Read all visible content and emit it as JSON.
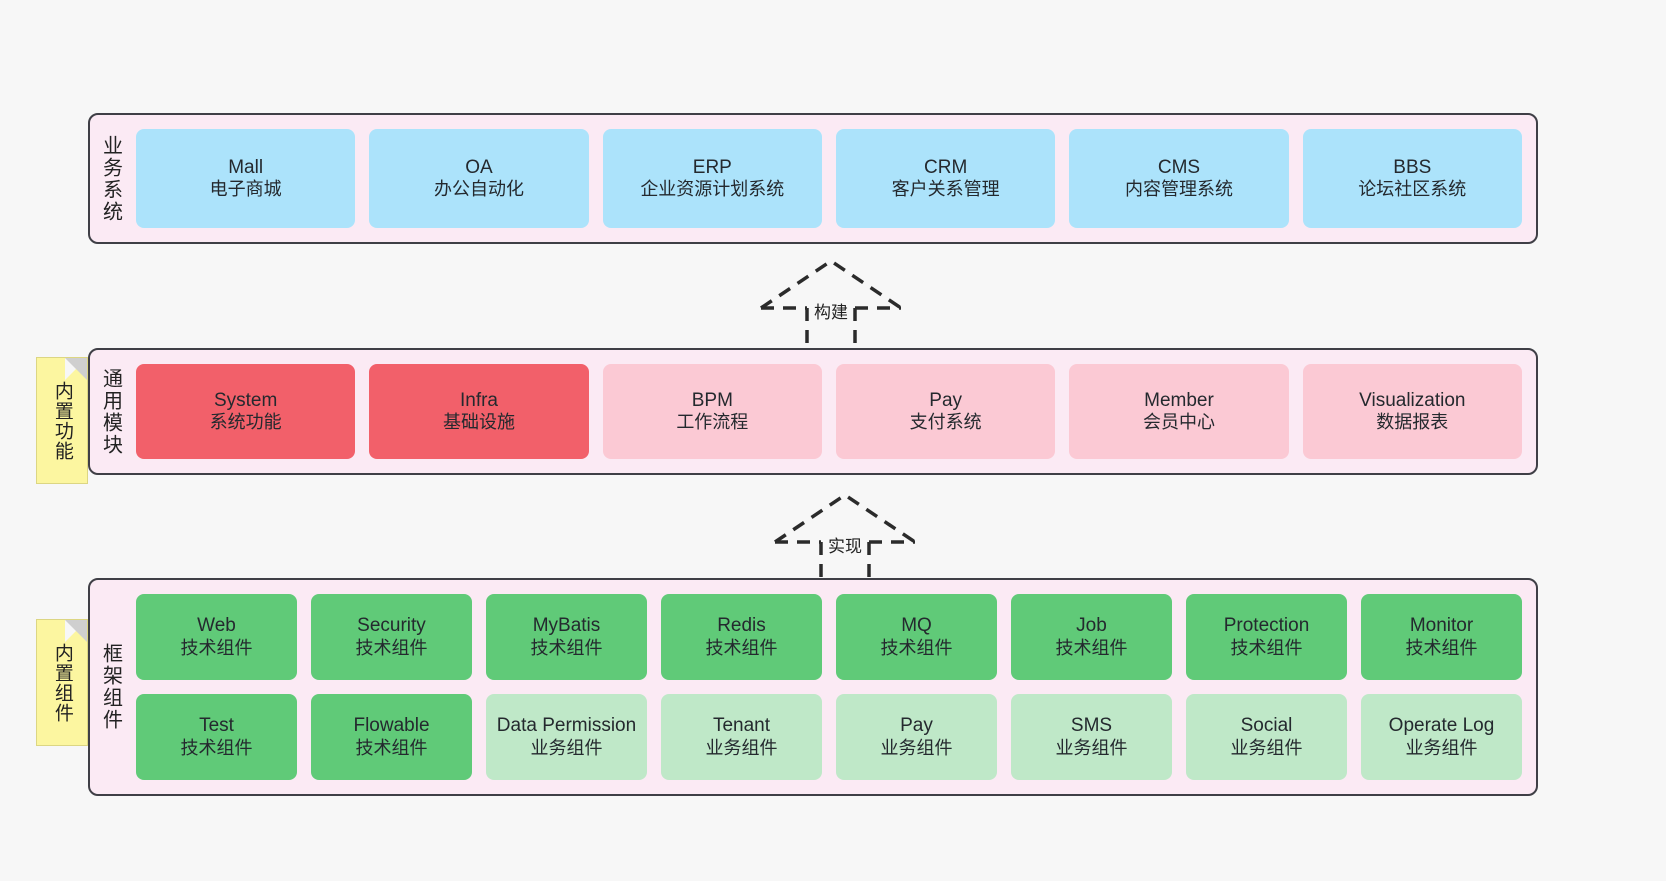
{
  "diagram": {
    "background_color": "#f7f7f7",
    "layer_fill": "#fbeaf4",
    "layer_border": "#3f3f46",
    "note_fill": "#fcf6a0",
    "colors": {
      "blue": "#ace3fb",
      "red": "#f2606a",
      "pink": "#fbc9d4",
      "green": "#60ca78",
      "lightgreen": "#bfe8c8"
    }
  },
  "layers": [
    {
      "id": "business-system",
      "title": "业务系统",
      "rows": [
        {
          "items": [
            {
              "title": "Mall",
              "sub": "电子商城",
              "color": "blue"
            },
            {
              "title": "OA",
              "sub": "办公自动化",
              "color": "blue"
            },
            {
              "title": "ERP",
              "sub": "企业资源计划系统",
              "color": "blue"
            },
            {
              "title": "CRM",
              "sub": "客户关系管理",
              "color": "blue"
            },
            {
              "title": "CMS",
              "sub": "内容管理系统",
              "color": "blue"
            },
            {
              "title": "BBS",
              "sub": "论坛社区系统",
              "color": "blue"
            }
          ]
        }
      ]
    },
    {
      "id": "common-module",
      "title": "通用模块",
      "note": "内置功能",
      "rows": [
        {
          "items": [
            {
              "title": "System",
              "sub": "系统功能",
              "color": "red"
            },
            {
              "title": "Infra",
              "sub": "基础设施",
              "color": "red"
            },
            {
              "title": "BPM",
              "sub": "工作流程",
              "color": "pink"
            },
            {
              "title": "Pay",
              "sub": "支付系统",
              "color": "pink"
            },
            {
              "title": "Member",
              "sub": "会员中心",
              "color": "pink"
            },
            {
              "title": "Visualization",
              "sub": "数据报表",
              "color": "pink"
            }
          ]
        }
      ]
    },
    {
      "id": "framework-component",
      "title": "框架组件",
      "note": "内置组件",
      "rows": [
        {
          "items": [
            {
              "title": "Web",
              "sub": "技术组件",
              "color": "green"
            },
            {
              "title": "Security",
              "sub": "技术组件",
              "color": "green"
            },
            {
              "title": "MyBatis",
              "sub": "技术组件",
              "color": "green"
            },
            {
              "title": "Redis",
              "sub": "技术组件",
              "color": "green"
            },
            {
              "title": "MQ",
              "sub": "技术组件",
              "color": "green"
            },
            {
              "title": "Job",
              "sub": "技术组件",
              "color": "green"
            },
            {
              "title": "Protection",
              "sub": "技术组件",
              "color": "green"
            },
            {
              "title": "Monitor",
              "sub": "技术组件",
              "color": "green"
            }
          ]
        },
        {
          "items": [
            {
              "title": "Test",
              "sub": "技术组件",
              "color": "green"
            },
            {
              "title": "Flowable",
              "sub": "技术组件",
              "color": "green"
            },
            {
              "title": "Data Permission",
              "sub": "业务组件",
              "color": "lightgreen"
            },
            {
              "title": "Tenant",
              "sub": "业务组件",
              "color": "lightgreen"
            },
            {
              "title": "Pay",
              "sub": "业务组件",
              "color": "lightgreen"
            },
            {
              "title": "SMS",
              "sub": "业务组件",
              "color": "lightgreen"
            },
            {
              "title": "Social",
              "sub": "业务组件",
              "color": "lightgreen"
            },
            {
              "title": "Operate Log",
              "sub": "业务组件",
              "color": "lightgreen"
            }
          ]
        }
      ]
    }
  ],
  "connectors": [
    {
      "id": "build",
      "label": "构建",
      "direction": "up",
      "style": "dashed-hollow-arrow"
    },
    {
      "id": "implement",
      "label": "实现",
      "direction": "up",
      "style": "dashed-hollow-arrow"
    }
  ]
}
